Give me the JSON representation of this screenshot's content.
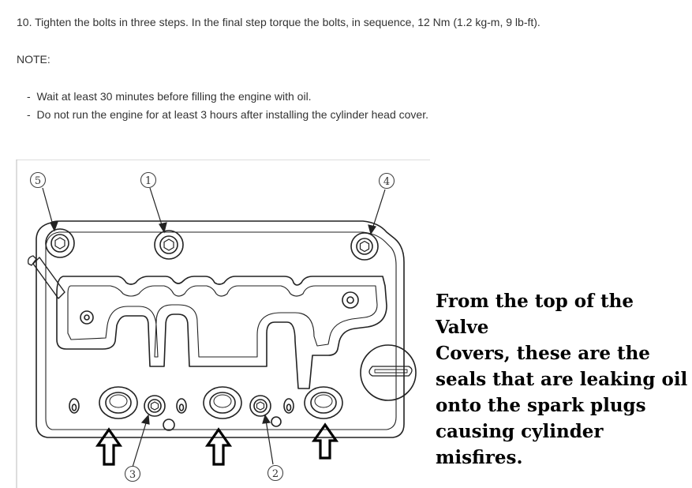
{
  "instructions": {
    "step_text": "10. Tighten the bolts in three steps. In the final step torque the bolts, in sequence, 12 Nm (1.2 kg-m, 9 lb-ft).",
    "note_heading": "NOTE:",
    "notes": [
      "Wait at least 30 minutes before filling the engine with oil.",
      "Do not run the engine for at least 3 hours after installing the cylinder head cover."
    ]
  },
  "diagram": {
    "callouts": [
      "5",
      "1",
      "4",
      "3",
      "2"
    ]
  },
  "caption": {
    "lines": [
      "From the top of the Valve",
      "Covers, these are the",
      "seals that are leaking oil",
      "onto the spark plugs",
      "causing cylinder",
      "misfires."
    ]
  },
  "colors": {
    "text": "#333333",
    "caption": "#000000",
    "line": "#222222"
  }
}
